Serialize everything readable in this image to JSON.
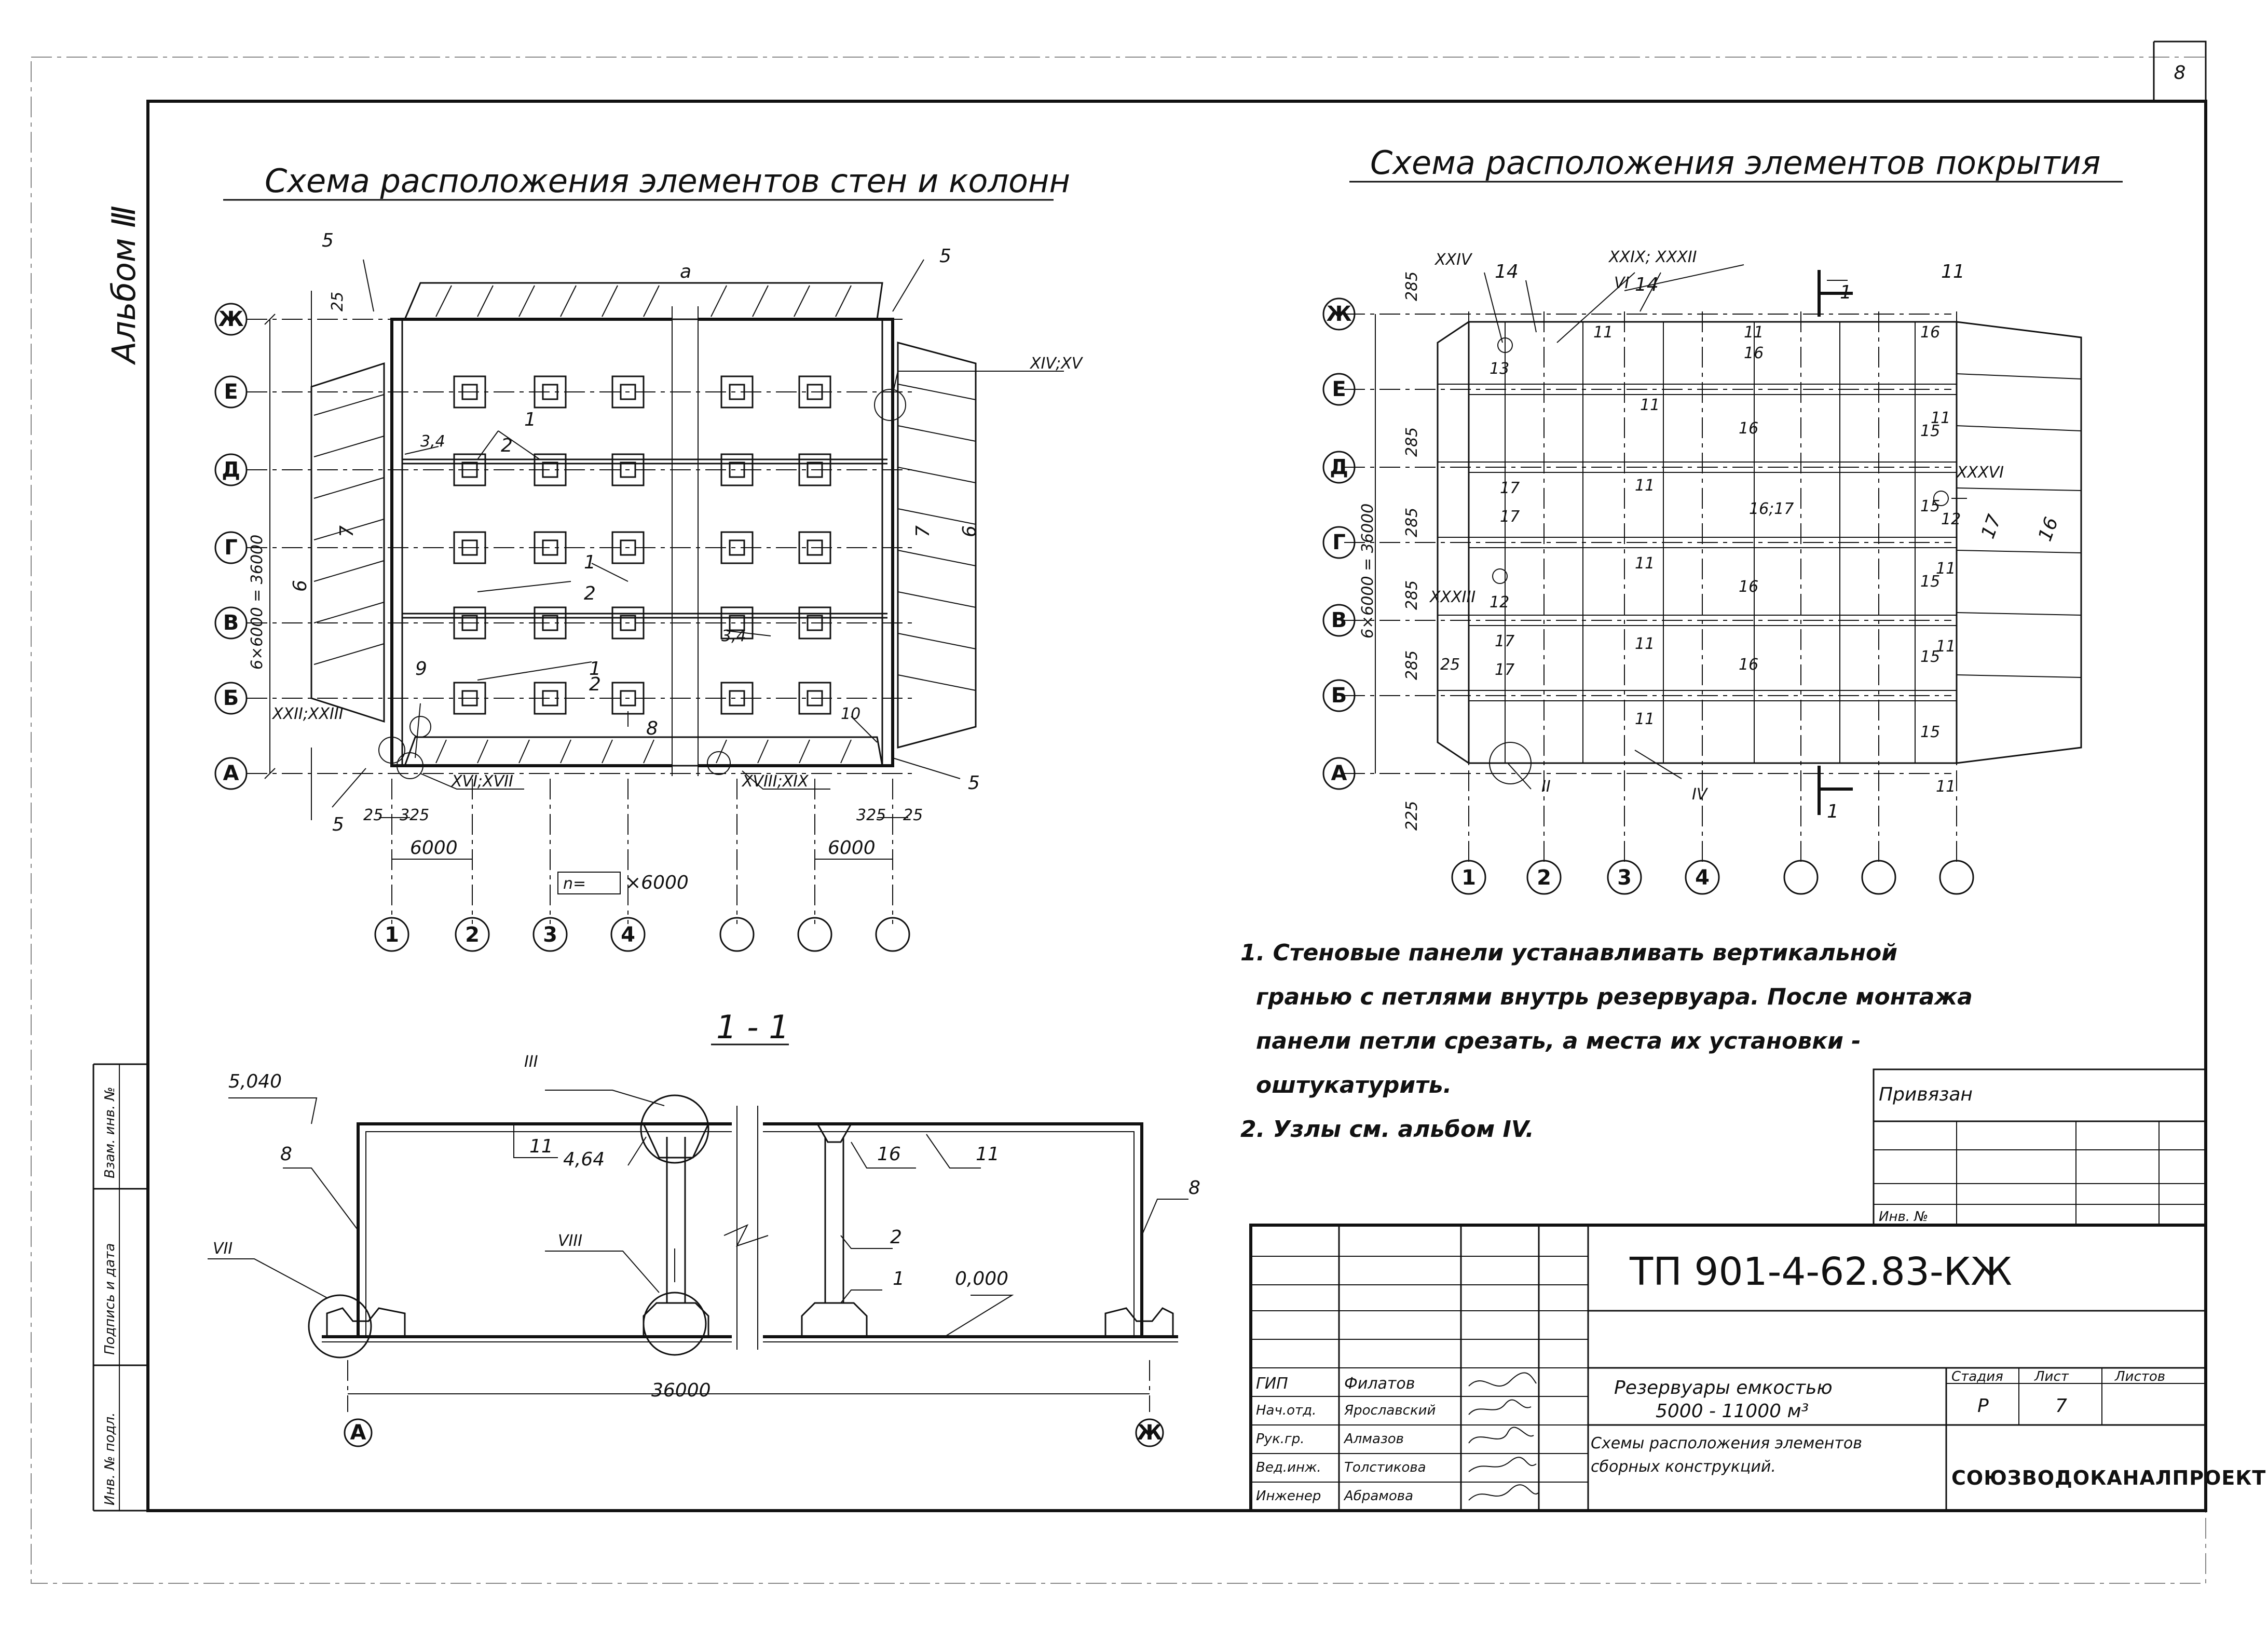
{
  "sheet": {
    "number": "8",
    "album_label": "Альбом Ⅲ"
  },
  "left_drawing": {
    "title": "Схема расположения элементов стен и колонн",
    "row_axes": [
      "Ж",
      "Е",
      "Д",
      "Г",
      "В",
      "Б",
      "А"
    ],
    "col_axes": [
      "1",
      "2",
      "3",
      "4",
      "",
      "",
      ""
    ],
    "span_label": "6×6000 = 36000",
    "labels": {
      "a": "a",
      "l5": "5",
      "l34": "3,4",
      "l1": "1",
      "l2": "2",
      "l9": "9",
      "l10": "10",
      "l8": "8",
      "l6": "6",
      "l7": "7",
      "node_xiv_xv": "XIV;XV",
      "node_xxii": "XXII;XXIII",
      "node_xvi": "XVI;XVII",
      "node_xviii": "XVIII;XIX",
      "d25": "25",
      "d325": "325",
      "d6000": "6000",
      "dn": "n=",
      "dnx": "×6000"
    }
  },
  "right_drawing": {
    "title": "Схема расположения элементов покрытия",
    "row_axes": [
      "Ж",
      "Е",
      "Д",
      "Г",
      "В",
      "Б",
      "А"
    ],
    "col_axes": [
      "1",
      "2",
      "3",
      "4",
      "",
      "",
      ""
    ],
    "span_label": "6×6000 = 36000",
    "labels": {
      "n_xxiv": "XXIV",
      "n_xxix": "XXIX; XXXII",
      "n_vi": "VI",
      "n_xxxvi": "XXXVI",
      "n_xxxiii": "XXXIII",
      "n_ii": "II",
      "n_iv": "IV",
      "l14": "14",
      "l11": "11",
      "l16": "16",
      "l15": "15",
      "l17": "17",
      "l13": "13",
      "l12": "12",
      "l25": "25",
      "l1617": "16;17",
      "d285": "285",
      "d225": "225",
      "sec": "1"
    }
  },
  "section": {
    "title": "1 - 1",
    "labels": {
      "elev_top": "5,040",
      "elev_zero": "0,000",
      "h464": "4,64",
      "span": "36000",
      "n_iii": "III",
      "n_vii": "VII",
      "n_viii": "VIII",
      "l8": "8",
      "l11": "11",
      "l16": "16",
      "l2": "2",
      "l1": "1",
      "ax_a": "А",
      "ax_zh": "Ж"
    }
  },
  "notes": [
    "1. Стеновые панели устанавливать вертикальной",
    "гранью с петлями внутрь резервуара. После монтажа",
    "панели петли срезать, а места их установки -",
    "оштукатурить.",
    "2. Узлы см. альбом IV."
  ],
  "side_stamp": [
    "Инв. № подл.",
    "Подпись и дата",
    "Взам. инв. №"
  ],
  "binding_box": {
    "title": "Привязан",
    "inv": "Инв. №"
  },
  "title_block": {
    "code": "ТП 901-4-62.83-КЖ",
    "project": [
      "Резервуары емкостью",
      "5000 - 11000 м³"
    ],
    "sheet_title": [
      "Схемы расположения элементов",
      "сборных конструкций."
    ],
    "headers": {
      "stage": "Стадия",
      "sheet": "Лист",
      "sheets": "Листов"
    },
    "values": {
      "stage": "Р",
      "sheet": "7",
      "sheets": ""
    },
    "organization": "СОЮЗВОДОКАНАЛПРОЕКТ",
    "staff": [
      {
        "role": "ГИП",
        "name": "Филатов"
      },
      {
        "role": "Нач.отд.",
        "name": "Ярославский"
      },
      {
        "role": "Рук.гр.",
        "name": "Алмазов"
      },
      {
        "role": "Вед.инж.",
        "name": "Толстикова"
      },
      {
        "role": "Инженер",
        "name": "Абрамова"
      }
    ]
  }
}
